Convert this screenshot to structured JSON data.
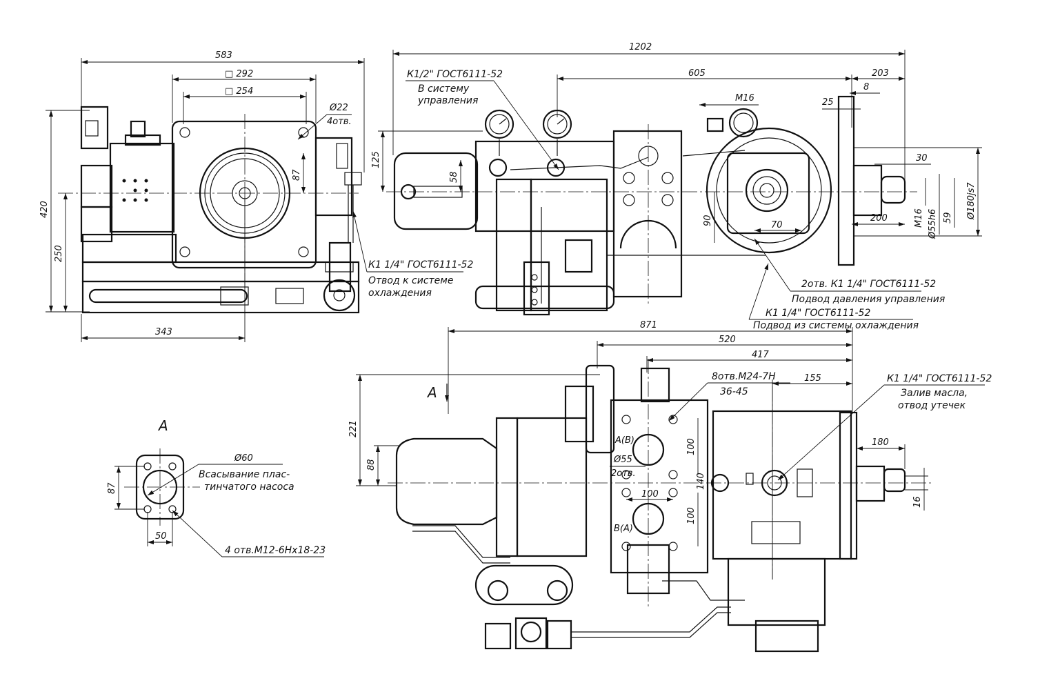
{
  "dimensions": {
    "d583": "583",
    "d292": "□ 292",
    "d254": "□ 254",
    "d22": "Ø22",
    "d4otv": "4отв.",
    "d87a": "87",
    "d420": "420",
    "d250": "250",
    "d343": "343",
    "d1202": "1202",
    "d605": "605",
    "d203": "203",
    "d8": "8",
    "d25": "25",
    "dM16a": "M16",
    "d125": "125",
    "d58": "58",
    "d90": "90",
    "d70": "70",
    "d30": "30",
    "d200": "200",
    "dM16b": "M16",
    "d55h6": "Ø55h6",
    "d59": "59",
    "d180js7": "Ø180js7",
    "d871": "871",
    "d520": "520",
    "d417": "417",
    "d155": "155",
    "d221": "221",
    "d88": "88",
    "d100a": "100",
    "d140": "140",
    "d100b": "100",
    "d100c": "100",
    "d55": "Ø55",
    "d2otv": "2отв.",
    "d180": "180",
    "d16": "16",
    "d60": "Ø60",
    "d87b": "87",
    "d50": "50"
  },
  "notes": {
    "k12_l1": "К1/2\" ГОСТ6111-52",
    "k12_l2": "В систему",
    "k12_l3": "управления",
    "k14_cool_l1": "К1 1/4\" ГОСТ6111-52",
    "k14_cool_l2": "Отвод к системе",
    "k14_cool_l3": "охлаждения",
    "press_l1": "2отв. К1 1/4\" ГОСТ6111-52",
    "press_l2": "Подвод давления управления",
    "coolin_l1": "К1 1/4\" ГОСТ6111-52",
    "coolin_l2": "Подвод из системы охлаждения",
    "thread_l1": "8отв.М24-7Н",
    "thread_l2": "36-45",
    "oil_l1": "К1 1/4\" ГОСТ6111-52",
    "oil_l2": "Залив масла,",
    "oil_l3": "отвод утечек",
    "suction_l1": "Всасывание плас-",
    "suction_l2": "тинчатого насоса",
    "holes": "4 отв.М12-6Нх18-23",
    "port_ab": "A(B)",
    "port_ba": "B(A)"
  },
  "views": {
    "view_a_title": "A",
    "view_a_arrow": "A"
  }
}
